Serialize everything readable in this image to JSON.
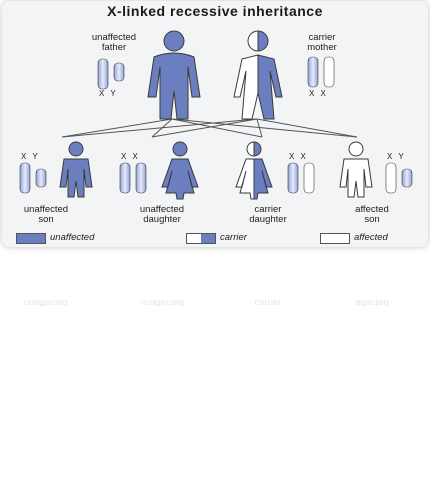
{
  "title": "X-linked recessive inheritance",
  "parents": {
    "father": {
      "label1": "unaffected",
      "label2": "father",
      "chromosomes": "X Y"
    },
    "mother": {
      "label1": "carrier",
      "label2": "mother",
      "chromosomes": "X X"
    }
  },
  "children": [
    {
      "label1": "unaffected",
      "label2": "son",
      "chromosomes": "X Y"
    },
    {
      "label1": "unaffected",
      "label2": "daughter",
      "chromosomes": "X X"
    },
    {
      "label1": "carrier",
      "label2": "daughter",
      "chromosomes": "X X"
    },
    {
      "label1": "affected",
      "label2": "son",
      "chromosomes": "X Y"
    }
  ],
  "legend": {
    "unaffected": "unaffected",
    "carrier": "carrier",
    "affected": "affected"
  },
  "colors": {
    "blue": "#6b7fc0",
    "outline": "#3a3a3a",
    "white": "#ffffff",
    "background": "#f3f4f6"
  }
}
